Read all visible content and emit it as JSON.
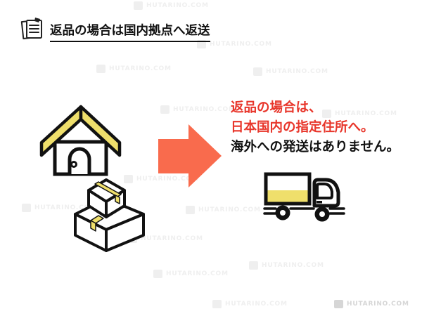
{
  "header": {
    "icon": "memo-icon",
    "title": "返品の場合は国内拠点へ返送"
  },
  "flow": {
    "from_illustrations": [
      "house-icon",
      "packages-icon"
    ],
    "connector": "arrow-right-icon",
    "to_illustration": "truck-icon",
    "message": {
      "line1": "返品の場合は、",
      "line2": "日本国内の指定住所へ。",
      "line3": "海外への発送はありません。"
    }
  },
  "watermark": {
    "text": "HUTARINO.COM"
  },
  "colors": {
    "accent_yellow": "#efdf6b",
    "arrow_orange": "#f96b4d",
    "alert_red": "#e8362b",
    "ink_black": "#111111",
    "watermark_faint": "#efefef",
    "watermark_visible": "#d6d6d6"
  }
}
